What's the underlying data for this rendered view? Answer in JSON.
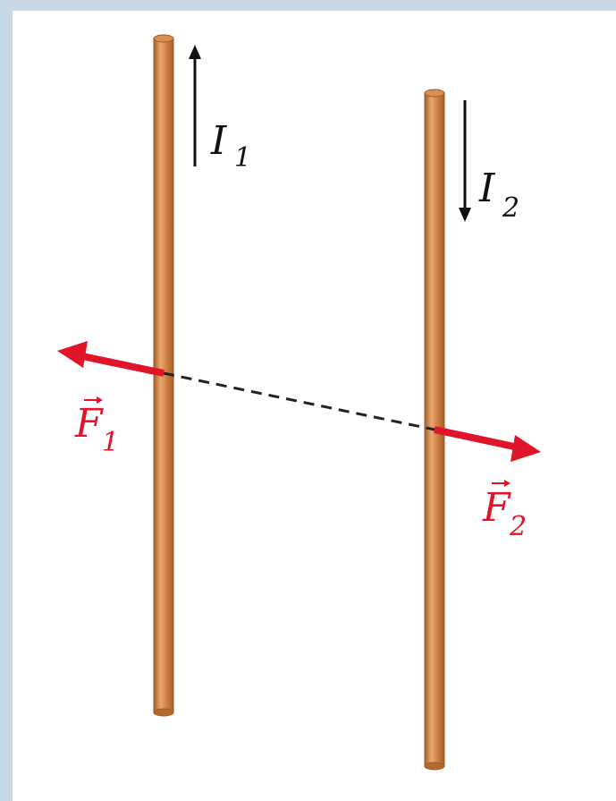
{
  "labels": {
    "current_1": {
      "symbol": "I",
      "subscript": "1"
    },
    "current_2": {
      "symbol": "I",
      "subscript": "2"
    },
    "force_1": {
      "symbol": "F",
      "subscript": "1"
    },
    "force_2": {
      "symbol": "F",
      "subscript": "2"
    }
  },
  "colors": {
    "frame": "#c9d9e6",
    "background": "#ffffff",
    "wire_base": "#c97a3e",
    "wire_highlight": "#e9a86e",
    "wire_shadow": "#a65f2a",
    "force": "#e0152a",
    "current_arrow": "#111111",
    "label_text": "#111111"
  }
}
